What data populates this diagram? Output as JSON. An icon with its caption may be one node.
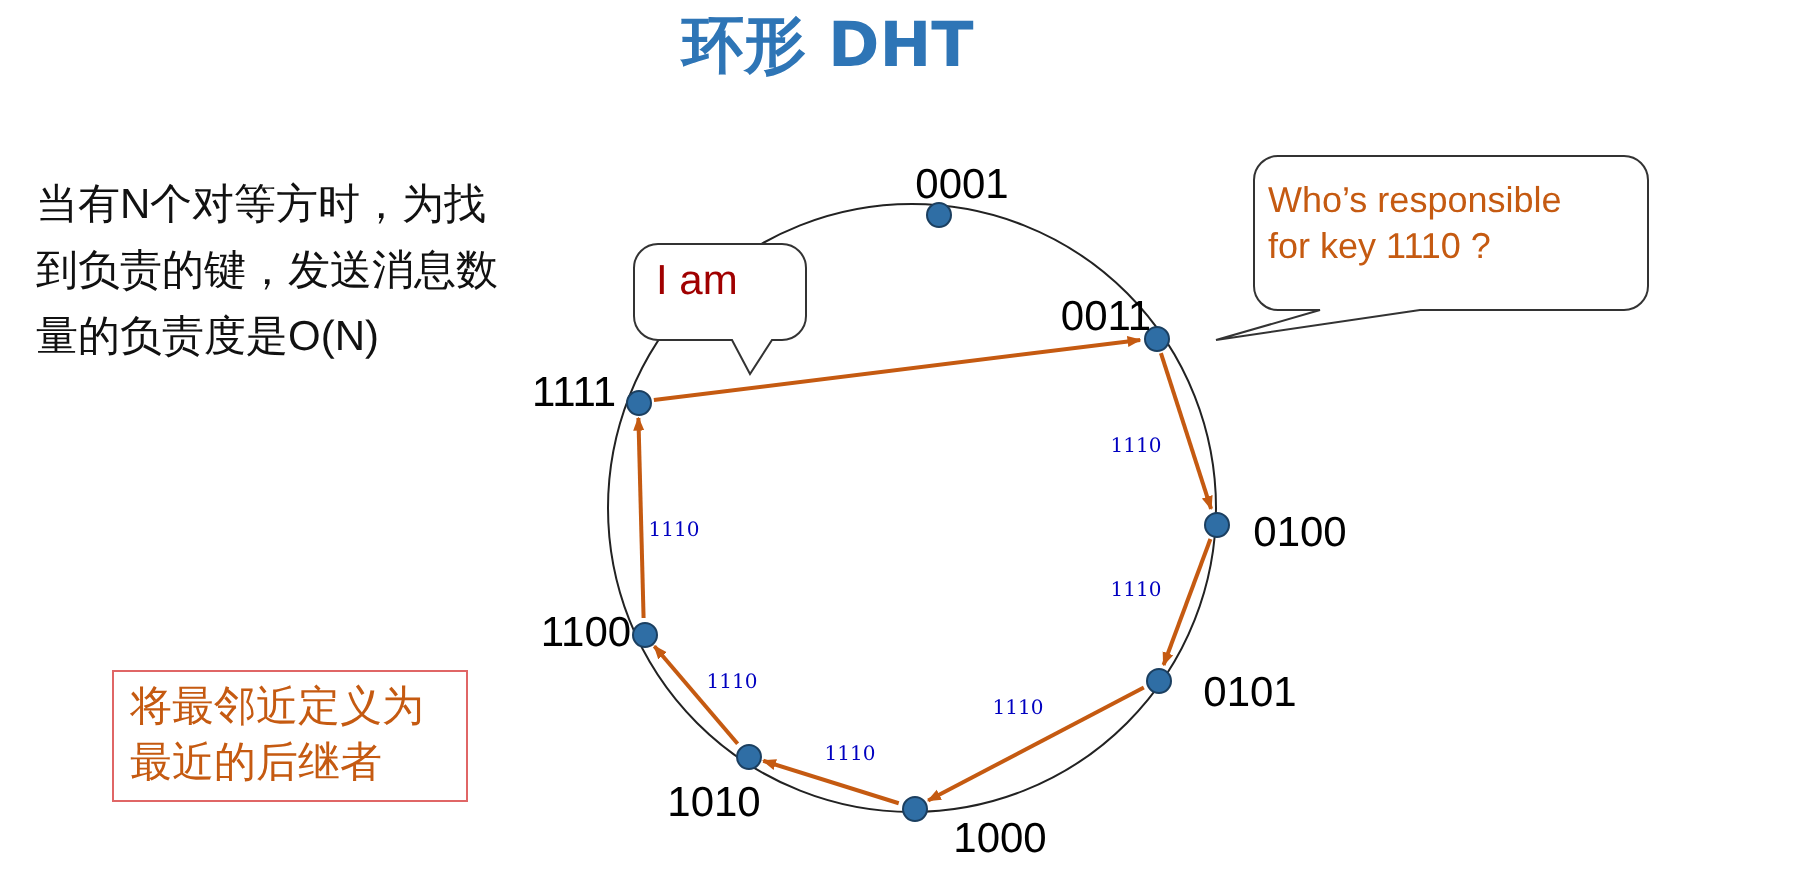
{
  "diagram": {
    "title": "环形 DHT",
    "nodes": [
      {
        "text": [
          "Who’s responsible for key 1110 ?"
        ]
      },
      {
        "text": [
          "I am"
        ]
      },
      {
        "text": [],
        "shape": "circle",
        "beside": [
          "0001"
        ]
      },
      {
        "text": [],
        "shape": "circle",
        "beside": [
          "0011"
        ]
      },
      {
        "text": [],
        "shape": "circle",
        "beside": [
          "0100"
        ]
      },
      {
        "text": [],
        "shape": "circle",
        "beside": [
          "0101"
        ]
      },
      {
        "text": [],
        "shape": "circle",
        "beside": [
          "1000"
        ]
      },
      {
        "text": [],
        "shape": "circle",
        "beside": [
          "1010"
        ]
      },
      {
        "text": [],
        "shape": "circle",
        "beside": [
          "1100"
        ]
      },
      {
        "text": [],
        "shape": "circle",
        "beside": [
          "1111"
        ]
      },
      {
        "text": [
          "将最邻近定义为最近的后继者"
        ]
      }
    ],
    "edges": [
      {
        "from": 9,
        "to": 3,
        "arrow": "to"
      },
      {
        "from": 3,
        "to": 4,
        "arrow": "to",
        "label": "1110"
      },
      {
        "from": 4,
        "to": 5,
        "arrow": "to",
        "label": "1110"
      },
      {
        "from": 5,
        "to": 6,
        "arrow": "to",
        "label": "1110"
      },
      {
        "from": 6,
        "to": 7,
        "arrow": "to",
        "label": "1110"
      },
      {
        "from": 7,
        "to": 8,
        "arrow": "to",
        "label": "1110"
      },
      {
        "from": 8,
        "to": 9,
        "arrow": "to",
        "label": "1110"
      }
    ],
    "labels": [
      "当有N个对等方时，为找到负责的键，发送消息数量的负责度是O(N)"
    ]
  }
}
